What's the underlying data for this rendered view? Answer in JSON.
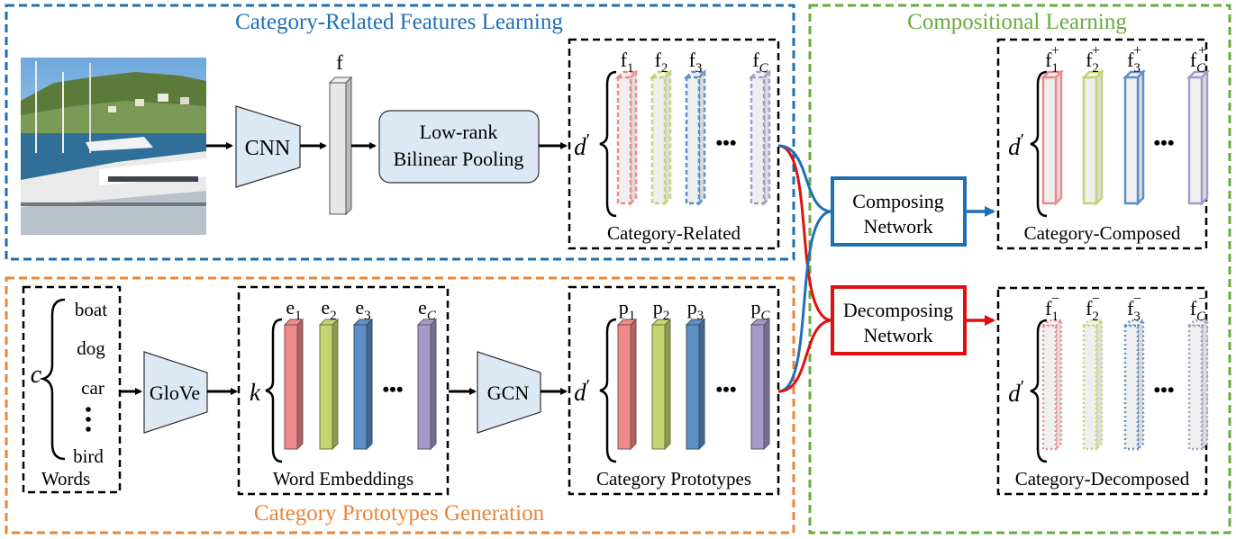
{
  "sections": {
    "category_related": {
      "title": "Category-Related Features Learning",
      "color": "#1f6fb5"
    },
    "prototypes": {
      "title": "Category Prototypes Generation",
      "color": "#e8863a"
    },
    "compositional": {
      "title": "Compositional Learning",
      "color": "#6aaa3e"
    }
  },
  "nodes": {
    "cnn": "CNN",
    "feature": "f",
    "pooling_line1": "Low-rank",
    "pooling_line2": "Bilinear Pooling",
    "glove": "GloVe",
    "gcn": "GCN",
    "composing_line1": "Composing",
    "composing_line2": "Network",
    "decomposing_line1": "Decomposing",
    "decomposing_line2": "Network"
  },
  "dims": {
    "d": "d",
    "prime": "′",
    "k": "k",
    "c": "c"
  },
  "words": {
    "items": [
      "boat",
      "dog",
      "car",
      "bird"
    ],
    "label": "Words"
  },
  "boxes": {
    "category_related": {
      "label": "Category-Related",
      "symbol": "f",
      "sup": ""
    },
    "word_embeddings": {
      "label": "Word Embeddings",
      "symbol": "e",
      "sup": ""
    },
    "prototypes": {
      "label": "Category Prototypes",
      "symbol": "p",
      "sup": ""
    },
    "composed": {
      "label": "Category-Composed",
      "symbol": "f",
      "sup": "+"
    },
    "decomposed": {
      "label": "Category-Decomposed",
      "symbol": "f",
      "sup": "−"
    }
  },
  "subscripts": [
    "1",
    "2",
    "3",
    "C"
  ],
  "ellipsis": "•••",
  "colors": {
    "red": "#ee8a8a",
    "green": "#c4d470",
    "blue": "#5e8fc6",
    "purple": "#a59ac8",
    "composing_arrow": "#1f6fb5",
    "decomposing_arrow": "#e01010",
    "node_fill": "#dce8f4"
  }
}
